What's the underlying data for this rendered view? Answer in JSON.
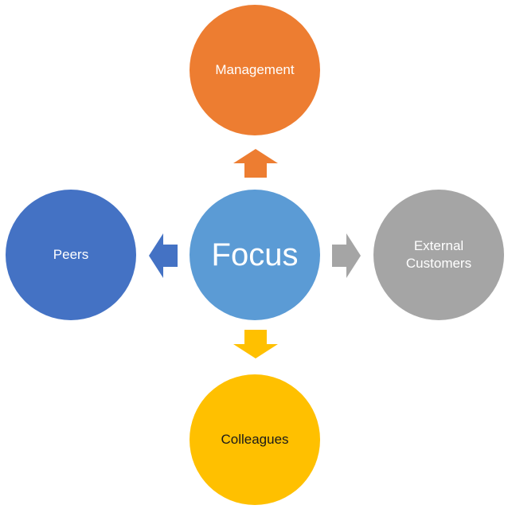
{
  "diagram": {
    "center": {
      "label": "Focus",
      "color": "#5B9BD5"
    },
    "nodes": {
      "top": {
        "label": "Management",
        "color": "#ED7D31"
      },
      "left": {
        "label": "Peers",
        "color": "#4472C4"
      },
      "right": {
        "label": "External\nCustomers",
        "color": "#A5A5A5"
      },
      "bottom": {
        "label": "Colleagues",
        "color": "#FFC000"
      }
    }
  }
}
